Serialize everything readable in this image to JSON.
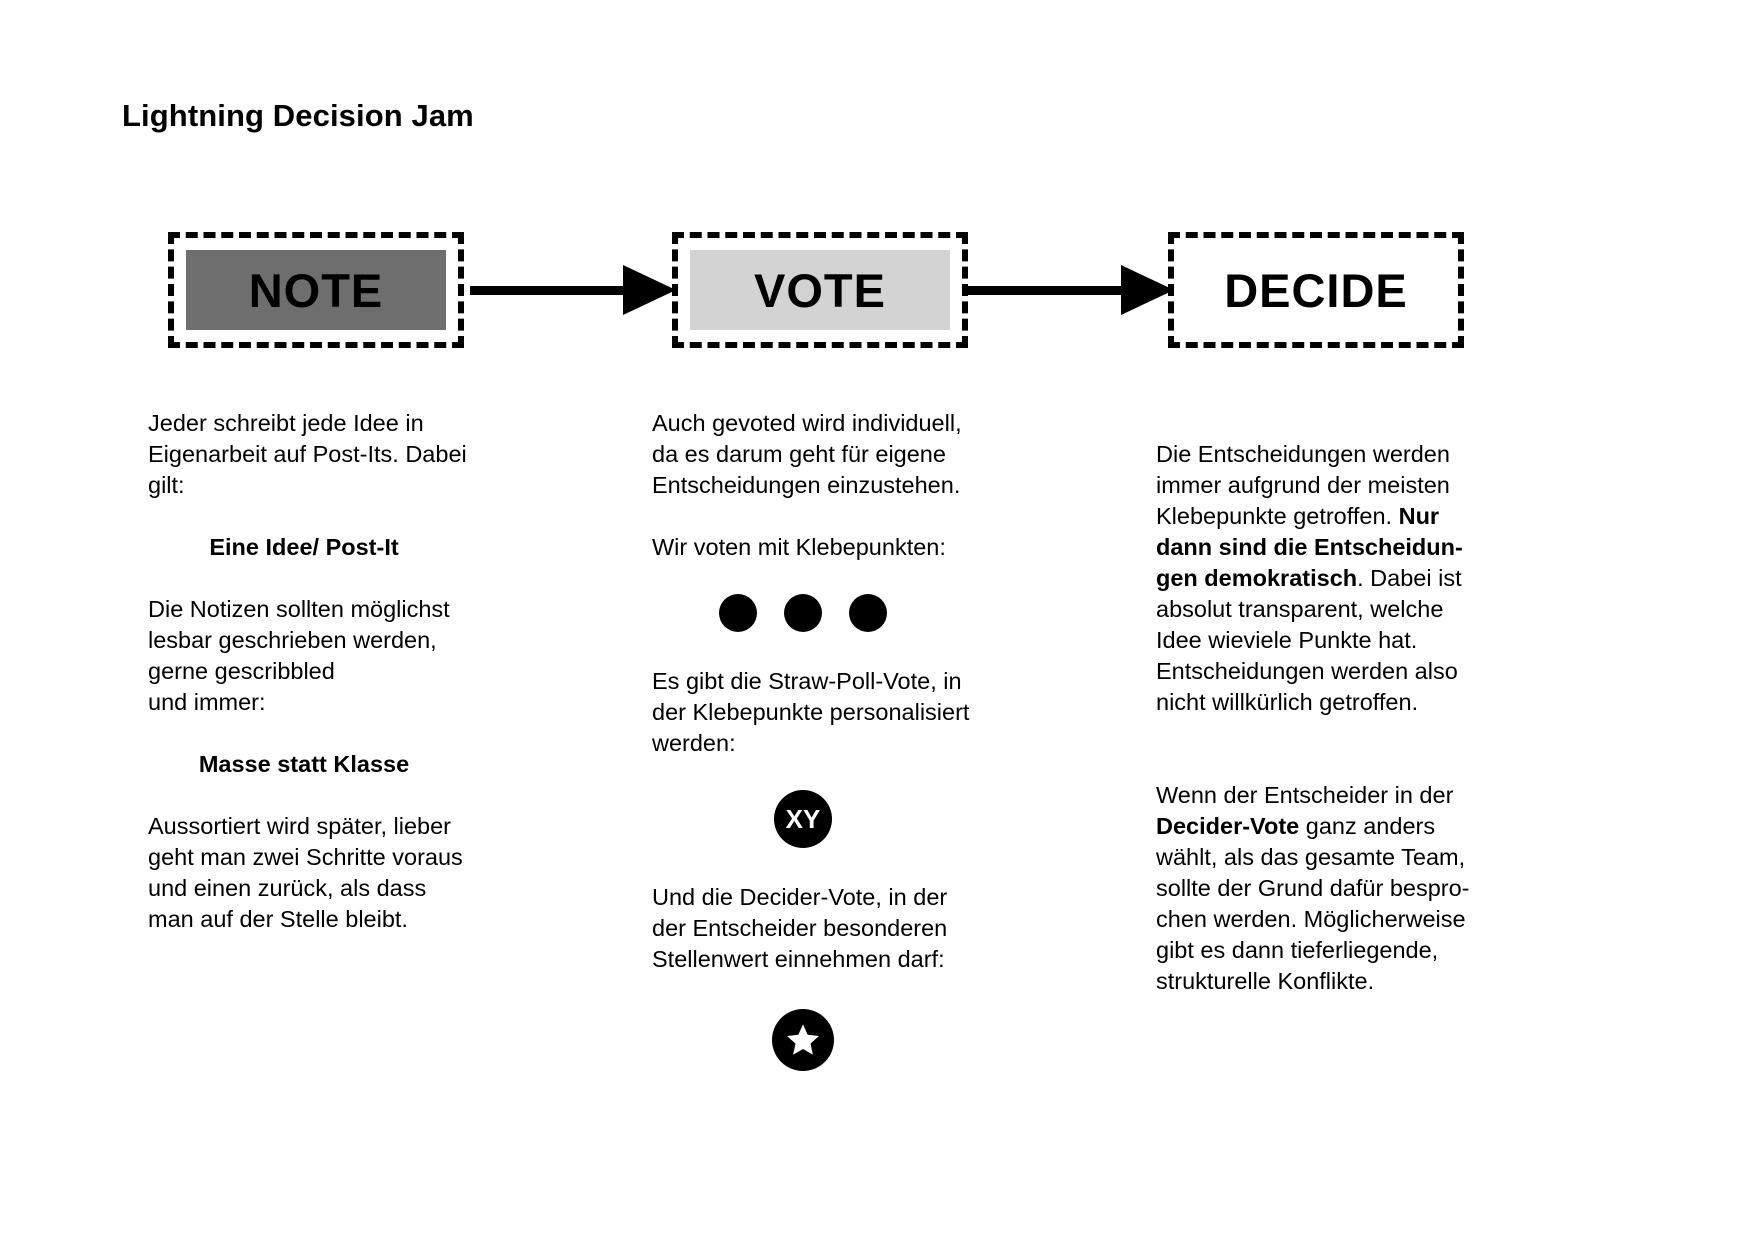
{
  "title": "Lightning Decision Jam",
  "stages": [
    {
      "key": "note",
      "label": "NOTE",
      "fill": "#6e6e6e",
      "fill_class": "fill-note"
    },
    {
      "key": "vote",
      "label": "VOTE",
      "fill": "#d3d3d3",
      "fill_class": "fill-vote"
    },
    {
      "key": "decide",
      "label": "DECIDE",
      "fill": "none",
      "fill_class": "fill-none"
    }
  ],
  "columns": {
    "note": {
      "p1": "Jeder schreibt jede Idee in\nEigenarbeit auf Post-Its. Dabei\ngilt:",
      "rule1": "Eine Idee/ Post-It",
      "p2": "Die Notizen sollten möglichst\nlesbar geschrieben werden,\ngerne gescribbled\nund immer:",
      "rule2": "Masse statt Klasse",
      "p3": "Aussortiert wird später, lieber\ngeht man zwei Schritte voraus\nund einen zurück, als dass\nman auf der Stelle bleibt."
    },
    "vote": {
      "p1": "Auch gevoted wird individuell,\nda es darum geht für eigene\nEntscheidungen einzustehen.",
      "p2": "Wir voten mit Klebepunkten:",
      "dots": 3,
      "p3": "Es gibt die Straw-Poll-Vote, in\nder Klebepunkte personalisiert\nwerden:",
      "badge": "XY",
      "p4": "Und die Decider-Vote, in der\nder Entscheider besonderen\nStellenwert einnehmen darf:",
      "star_icon": "star-icon"
    },
    "decide": {
      "p1_a": "Die Entscheidungen werden immer aufgrund der meisten Klebepunkte getroffen. ",
      "p1_b": "Nur dann sind die Entscheidun-gen demokratisch",
      "p1_c": ". Dabei ist absolut transparent, welche Idee wieviele Punkte hat. Entscheidungen werden also nicht willkürlich getroffen.",
      "p2_a": "Wenn der Entscheider in der ",
      "p2_b": "Decider-Vote",
      "p2_c": " ganz anders wählt, als das gesamte Team, sollte der Grund dafür bespro-chen werden. Möglicherweise gibt es dann tieferliegende, strukturelle Konflikte."
    }
  },
  "colors": {
    "background": "#ffffff",
    "ink": "#000000",
    "note_fill": "#6e6e6e",
    "vote_fill": "#d3d3d3"
  }
}
